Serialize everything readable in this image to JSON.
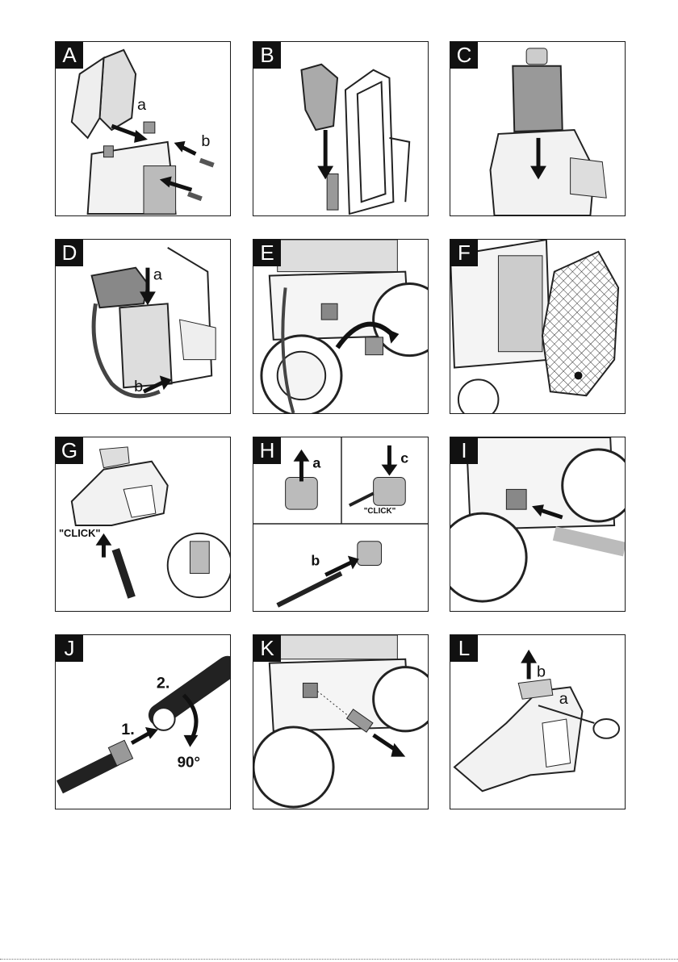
{
  "panels": [
    {
      "tag": "A",
      "labels": {
        "a": "a",
        "b": "b"
      }
    },
    {
      "tag": "B"
    },
    {
      "tag": "C"
    },
    {
      "tag": "D",
      "labels": {
        "a": "a",
        "b": "b"
      }
    },
    {
      "tag": "E"
    },
    {
      "tag": "F"
    },
    {
      "tag": "G",
      "labels": {
        "click": "\"CLICK\""
      }
    },
    {
      "tag": "H",
      "labels": {
        "a": "a",
        "b": "b",
        "c": "c",
        "click": "\"CLICK\""
      }
    },
    {
      "tag": "I"
    },
    {
      "tag": "J",
      "labels": {
        "step1": "1.",
        "step2": "2.",
        "angle": "90°"
      }
    },
    {
      "tag": "K"
    },
    {
      "tag": "L",
      "labels": {
        "a": "a",
        "b": "b"
      }
    }
  ]
}
